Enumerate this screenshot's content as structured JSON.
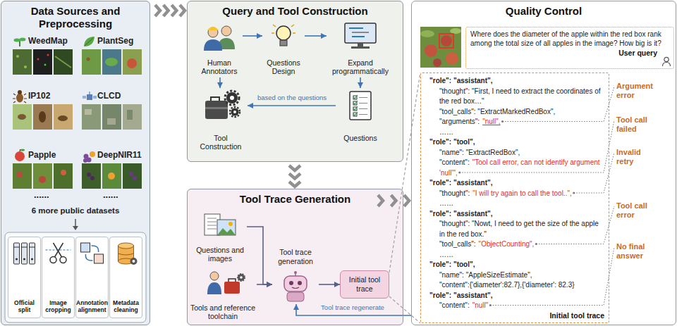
{
  "diagram": {
    "nodes": [
      {
        "text": [
          "Data Sources and Preprocessing"
        ]
      },
      {
        "text": [
          "Official split"
        ],
        "in": 0
      },
      {
        "text": [
          "Image cropping"
        ],
        "in": 0
      },
      {
        "text": [
          "Annotation alignment"
        ],
        "in": 0
      },
      {
        "text": [
          "Metadata cleaning"
        ],
        "in": 0
      },
      {
        "text": [
          "Query and Tool Construction"
        ]
      },
      {
        "text": [
          "Human Annotators"
        ],
        "in": 5
      },
      {
        "text": [
          "Questions Design"
        ],
        "in": 5
      },
      {
        "text": [
          "Expand programmatically"
        ],
        "in": 5
      },
      {
        "text": [
          "Tool Construction"
        ],
        "in": 5
      },
      {
        "text": [
          "Questions"
        ],
        "in": 5
      },
      {
        "text": [
          "Tool Trace Generation"
        ]
      },
      {
        "text": [
          "Questions and images"
        ],
        "in": 11
      },
      {
        "text": [
          "Tools and reference toolchain"
        ],
        "in": 11
      },
      {
        "text": [
          "Tool trace generation"
        ],
        "in": 11
      },
      {
        "text": [
          "Initial tool trace"
        ],
        "in": 11
      },
      {
        "text": [
          "Quality Control"
        ]
      },
      {
        "text": [
          "Where does the diameter of the apple within the red box rank among the total size of all apples in the image? How big is it?",
          "User query"
        ],
        "in": 16
      },
      {
        "text": [
          "\"role\": \"assistant\",",
          "\"thought\": \"First, I need to extract the coordinates of the red box…\"",
          "\"tool_calls\": \"ExtractMarkedRedBox\",",
          "\"arguments\":",
          "\"null\",",
          "……",
          "\"role\": \"tool\",",
          "\"name\": \"ExtractRedBox\",",
          "\"content\":",
          "\"Tool call error, can not identify argument 'null'\",",
          "\"role\": \"assistant\",",
          "\"thought\":",
          "\"I will try again to call the tool..\",",
          "……",
          "\"role\": \"assistant\",",
          "\"thought\": \"Nowt, I need to get the size of the apple in the red box.\"",
          "\"tool_calls\":",
          "\"ObjectCounting\",",
          "……",
          "\"role\": \"tool\",",
          "\"name\": \"AppleSizeEstimate\",",
          "\"content\":{'diameter':82.7},{'diameter': 82.3}",
          "\"role\": \"assistant\",",
          "\"content\":",
          "\"null\"",
          "Initial tool trace"
        ],
        "in": 16
      }
    ],
    "edges": [
      {
        "from": 0,
        "to": 5,
        "arrow": "to"
      },
      {
        "from": 5,
        "to": 11,
        "arrow": "to"
      },
      {
        "from": 11,
        "to": 16,
        "arrow": "to"
      },
      {
        "from": 6,
        "to": 7,
        "arrow": "to"
      },
      {
        "from": 7,
        "to": 8,
        "arrow": "to"
      },
      {
        "from": 8,
        "to": 10,
        "arrow": "to"
      },
      {
        "from": 10,
        "to": 9,
        "label": "based on the questions",
        "arrow": "to"
      },
      {
        "from": 6,
        "to": 9,
        "arrow": "to"
      },
      {
        "from": 12,
        "to": 14,
        "arrow": "to"
      },
      {
        "from": 13,
        "to": 14,
        "arrow": "to"
      },
      {
        "from": 14,
        "to": 15,
        "arrow": "to"
      },
      {
        "from": 16,
        "to": 14,
        "label": "Tool trace regenerate",
        "arrow": "to"
      },
      {
        "from": 15,
        "to": 18,
        "arrow": "none"
      }
    ],
    "labels": [
      "WeedMap",
      "PlantSeg",
      "IP102",
      "CLCD",
      "Papple",
      "DeepNIR11",
      "......",
      "......",
      "6 more public datasets",
      "Argument error",
      "Tool call failed",
      "Invalid retry",
      "Tool call error",
      "No final answer"
    ]
  }
}
